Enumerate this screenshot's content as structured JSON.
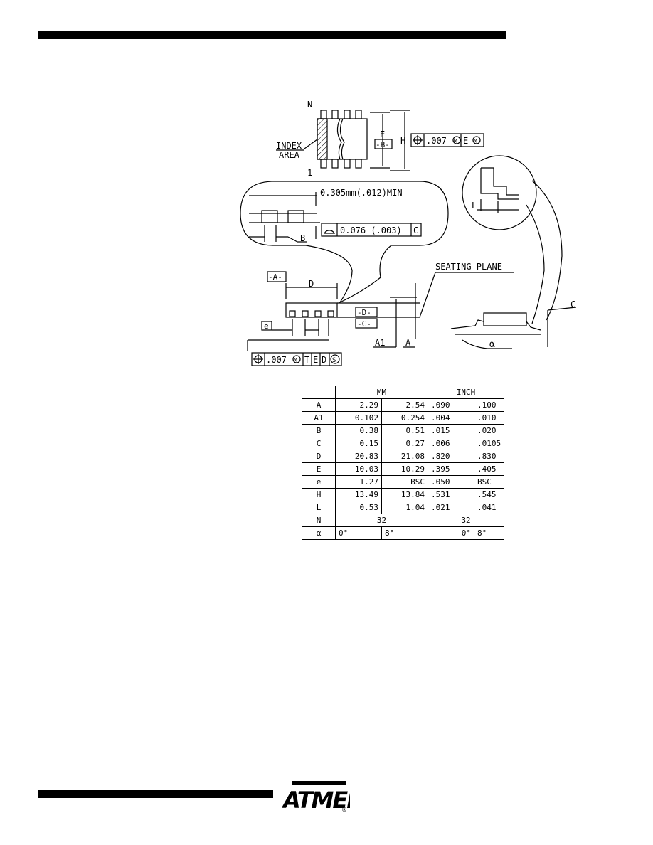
{
  "drawing": {
    "pin_n": "N",
    "pin_1": "1",
    "index_area_1": "INDEX",
    "index_area_2": "AREA",
    "dim_E": "E",
    "datum_B": "-B-",
    "dim_H": "H",
    "tol_1_value": ".007",
    "tol_1_m": "M",
    "tol_1_e": "E",
    "tol_1_m2": "M",
    "min_note": "0.305mm(.012)MIN",
    "coplanarity": "0.076 (.003)",
    "coplanarity_ref": "C",
    "label_B": "B",
    "datum_A": "-A-",
    "dim_D": "D",
    "datum_D": "-D-",
    "datum_C": "-C-",
    "label_e": "e",
    "seating_plane": "SEATING PLANE",
    "label_A1": "A1",
    "label_A": "A",
    "tol_2_value": ".007",
    "tol_2_m": "M",
    "tol_2_t": "T",
    "tol_2_e": "E",
    "tol_2_d": "D",
    "tol_2_s": "S",
    "label_C": "C",
    "label_alpha": "α",
    "label_L": "L"
  },
  "table": {
    "header_mm": "MM",
    "header_inch": "INCH",
    "rows": [
      {
        "sym": "A",
        "mm_min": "2.29",
        "mm_max": "2.54",
        "in_min": ".090",
        "in_max": ".100"
      },
      {
        "sym": "A1",
        "mm_min": "0.102",
        "mm_max": "0.254",
        "in_min": ".004",
        "in_max": ".010"
      },
      {
        "sym": "B",
        "mm_min": "0.38",
        "mm_max": "0.51",
        "in_min": ".015",
        "in_max": ".020"
      },
      {
        "sym": "C",
        "mm_min": "0.15",
        "mm_max": "0.27",
        "in_min": ".006",
        "in_max": ".0105"
      },
      {
        "sym": "D",
        "mm_min": "20.83",
        "mm_max": "21.08",
        "in_min": ".820",
        "in_max": ".830"
      },
      {
        "sym": "E",
        "mm_min": "10.03",
        "mm_max": "10.29",
        "in_min": ".395",
        "in_max": ".405"
      },
      {
        "sym": "e",
        "mm_min": "1.27",
        "mm_max": "BSC",
        "in_min": ".050",
        "in_max": "BSC"
      },
      {
        "sym": "H",
        "mm_min": "13.49",
        "mm_max": "13.84",
        "in_min": ".531",
        "in_max": ".545"
      },
      {
        "sym": "L",
        "mm_min": "0.53",
        "mm_max": "1.04",
        "in_min": ".021",
        "in_max": ".041"
      }
    ],
    "row_n": {
      "sym": "N",
      "mm": "32",
      "inch": "32"
    },
    "row_alpha": {
      "sym": "α",
      "mm_min": "0°",
      "mm_max": "8°",
      "in_min": "0°",
      "in_max": "8°"
    }
  },
  "logo": {
    "text": "ATMEL",
    "registered": "®"
  }
}
